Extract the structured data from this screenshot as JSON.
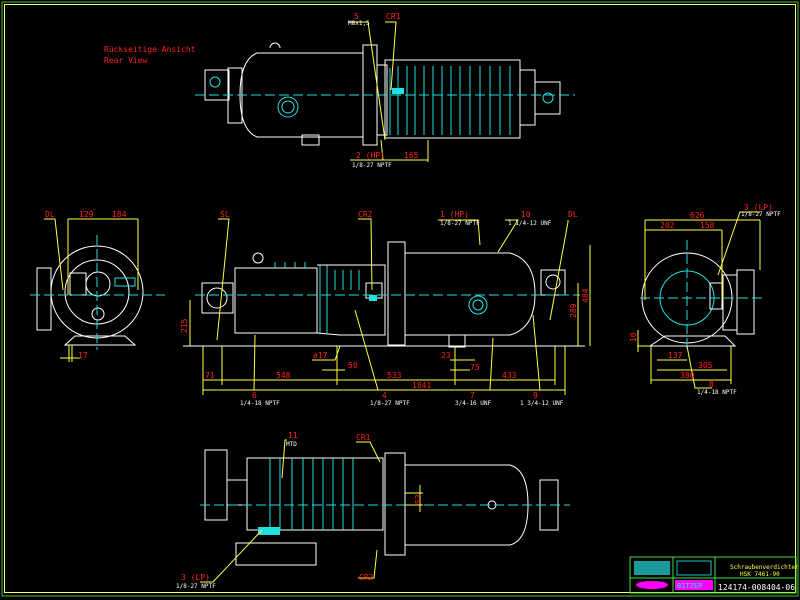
{
  "colors": {
    "background": "#000000",
    "outline": "#ffffff",
    "centerline": "#20e0e0",
    "dimension": "#ffff40",
    "label": "#ff2020",
    "frame_outer": "#40c040",
    "frame_inner": "#ffff60",
    "title_accent": "#ff00ff"
  },
  "notes": {
    "rear_view_de": "Rückseitige Ansicht",
    "rear_view_en": "Rear View"
  },
  "top_view": {
    "label_5": "5",
    "label_5_sub": "M8x1,5",
    "label_cr1": "CR1",
    "label_2": "2 (HP)",
    "label_2_sub": "1/8-27 NPTF",
    "dim_165": "165"
  },
  "front_view": {
    "label_sl": "SL",
    "label_cr2": "CR2",
    "label_1": "1 (HP)",
    "label_1_sub": "1/8-27 NPTF",
    "label_10": "10",
    "label_10_sub": "1 1/4-12 UNF",
    "label_dl": "DL",
    "dim_215": "215",
    "dim_289": "289",
    "dim_484": "484",
    "dim_dia17": "ø17",
    "dim_50": "50",
    "dim_23": "23",
    "dim_75": "75",
    "dim_71": "71",
    "dim_548": "548",
    "dim_533": "533",
    "dim_433": "433",
    "dim_1841": "1841",
    "label_6": "6",
    "label_6_sub": "1/4-18 NPTF",
    "label_4": "4",
    "label_4_sub": "1/8-27 NPTF",
    "label_7": "7",
    "label_7_sub": "3/4-16 UNF",
    "label_9": "9",
    "label_9_sub": "1 3/4-12 UNF"
  },
  "left_end_view": {
    "label_dl": "DL",
    "dim_129": "129",
    "dim_184": "184",
    "dim_17": "17"
  },
  "right_end_view": {
    "label_3": "3 (LP)",
    "label_3_sub": "1/8-27 NPTF",
    "dim_626": "626",
    "dim_202": "202",
    "dim_158": "158",
    "dim_10": "10",
    "dim_137": "137",
    "dim_305": "305",
    "dim_380": "380",
    "label_8": "8",
    "label_8_sub": "1/4-18 NPTF"
  },
  "bottom_view": {
    "label_11": "11",
    "label_11_sub": "MTD",
    "label_cr1": "CR1",
    "label_cr2": "CR2",
    "label_3": "3 (LP)",
    "label_3_sub": "1/8-27 NPTF",
    "dim_53": "53"
  },
  "title_block": {
    "description_de": "Schraubenverdichter",
    "model": "HSK 7461-90",
    "drawing_number": "124174-008404-06",
    "logo_text": "BITZER"
  }
}
